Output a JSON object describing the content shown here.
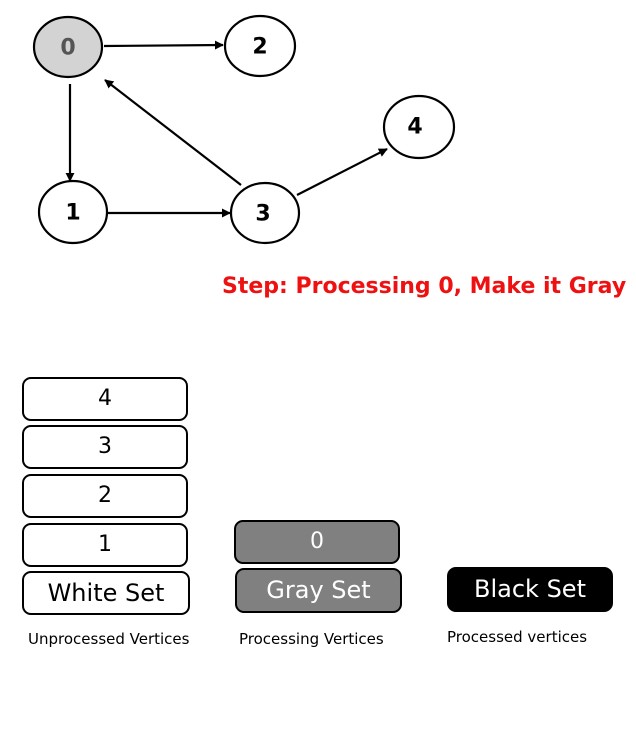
{
  "graph": {
    "nodes": [
      {
        "id": "0",
        "label": "0",
        "state": "gray"
      },
      {
        "id": "1",
        "label": "1",
        "state": "white"
      },
      {
        "id": "2",
        "label": "2",
        "state": "white"
      },
      {
        "id": "3",
        "label": "3",
        "state": "white"
      },
      {
        "id": "4",
        "label": "4",
        "state": "white"
      }
    ],
    "edges": [
      {
        "from": "0",
        "to": "2"
      },
      {
        "from": "0",
        "to": "1"
      },
      {
        "from": "1",
        "to": "3"
      },
      {
        "from": "3",
        "to": "0"
      },
      {
        "from": "3",
        "to": "4"
      }
    ]
  },
  "step_text": "Step: Processing 0, Make it Gray",
  "white_set": {
    "items": [
      "4",
      "3",
      "2",
      "1"
    ],
    "title": "White Set",
    "caption": "Unprocessed Vertices"
  },
  "gray_set": {
    "items": [
      "0"
    ],
    "title": "Gray Set",
    "caption": "Processing Vertices"
  },
  "black_set": {
    "items": [],
    "title": "Black Set",
    "caption": "Processed vertices"
  },
  "colors": {
    "gray_node_fill": "#d3d3d3",
    "gray_node_text": "#555555",
    "step_text": "#ee1111",
    "gray_box": "#808080",
    "black_box": "#000000"
  }
}
